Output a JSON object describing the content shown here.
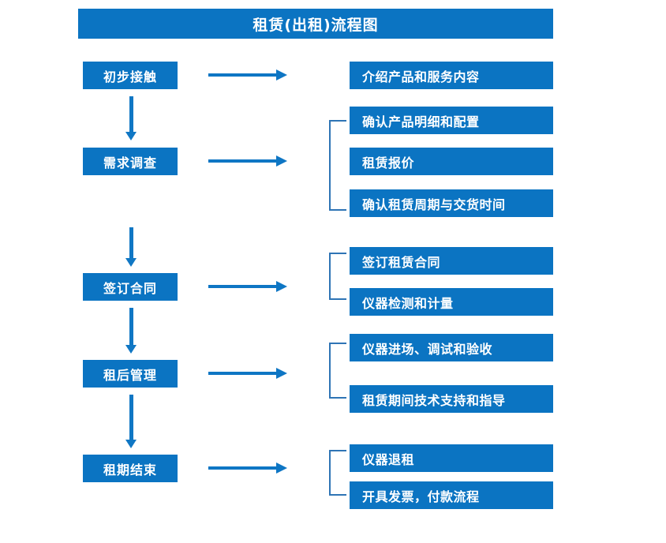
{
  "diagram": {
    "title": "租赁(出租)流程图",
    "colors": {
      "primary_blue": "#0B74C2",
      "arrow_blue": "#0E76C4",
      "bracket_blue": "#2E74B5",
      "text_white": "#FFFFFF",
      "background": "#FFFFFF"
    },
    "stages": [
      {
        "label": "初步接触"
      },
      {
        "label": "需求调查"
      },
      {
        "label": "签订合同"
      },
      {
        "label": "租后管理"
      },
      {
        "label": "租期结束"
      }
    ],
    "details": [
      {
        "label": "介绍产品和服务内容",
        "group": 1
      },
      {
        "label": "确认产品明细和配置",
        "group": 2
      },
      {
        "label": "租赁报价",
        "group": 2
      },
      {
        "label": "确认租赁周期与交货时间",
        "group": 2
      },
      {
        "label": "签订租赁合同",
        "group": 3
      },
      {
        "label": "仪器检测和计量",
        "group": 3
      },
      {
        "label": "仪器进场、调试和验收",
        "group": 4
      },
      {
        "label": "租赁期间技术支持和指导",
        "group": 4
      },
      {
        "label": "仪器退租",
        "group": 5
      },
      {
        "label": "开具发票，付款流程",
        "group": 5
      }
    ],
    "connectors": {
      "horizontal_arrow_count": 5,
      "vertical_arrow_count": 4,
      "bracket_count": 4
    }
  }
}
